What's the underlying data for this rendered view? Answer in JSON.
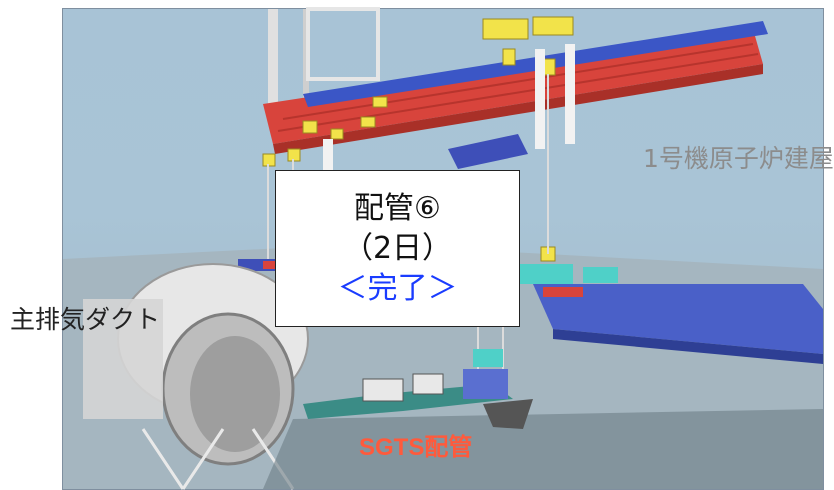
{
  "labels": {
    "building": "1号機原子炉建屋",
    "duct": "主排気ダクト",
    "pipe": "SGTS配管"
  },
  "callout": {
    "title": "配管⑥",
    "duration": "（2日）",
    "status": "＜完了＞"
  },
  "colors": {
    "status": "#1a3cff",
    "pipe_label": "#ff5a3c",
    "crane_beam": "#d8443c",
    "hoist": "#f2e34a"
  }
}
